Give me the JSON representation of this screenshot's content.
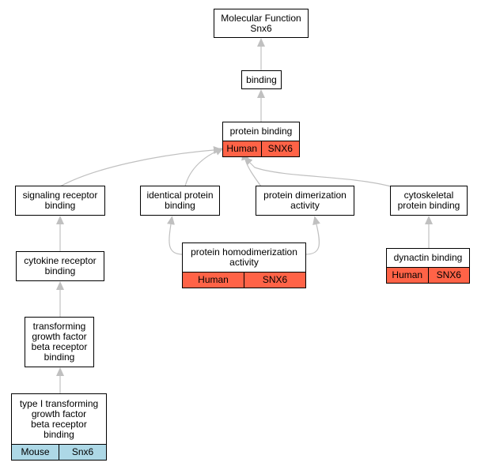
{
  "colors": {
    "edge": "#c0c0c0",
    "human_tag": "#ff6347",
    "mouse_tag": "#add8e6",
    "node_border": "#000000"
  },
  "nodes": {
    "root": {
      "lines": [
        "Molecular Function",
        "Snx6"
      ]
    },
    "binding": {
      "lines": [
        "binding"
      ]
    },
    "protein_binding": {
      "lines": [
        "protein binding"
      ],
      "tags": [
        "Human",
        "SNX6"
      ]
    },
    "signaling_receptor_binding": {
      "lines": [
        "signaling receptor",
        "binding"
      ]
    },
    "identical_protein_binding": {
      "lines": [
        "identical protein",
        "binding"
      ]
    },
    "protein_dimerization_activity": {
      "lines": [
        "protein dimerization",
        "activity"
      ]
    },
    "cytoskeletal_protein_binding": {
      "lines": [
        "cytoskeletal",
        "protein binding"
      ]
    },
    "cytokine_receptor_binding": {
      "lines": [
        "cytokine receptor",
        "binding"
      ]
    },
    "protein_homodimerization_activity": {
      "lines": [
        "protein homodimerization",
        "activity"
      ],
      "tags": [
        "Human",
        "SNX6"
      ]
    },
    "dynactin_binding": {
      "lines": [
        "dynactin binding"
      ],
      "tags": [
        "Human",
        "SNX6"
      ]
    },
    "tgf_beta_receptor_binding": {
      "lines": [
        "transforming",
        "growth factor",
        "beta receptor",
        "binding"
      ]
    },
    "type1_tgf_beta_receptor_binding": {
      "lines": [
        "type I transforming",
        "growth factor",
        "beta receptor",
        "binding"
      ],
      "tags": [
        "Mouse",
        "Snx6"
      ]
    }
  }
}
